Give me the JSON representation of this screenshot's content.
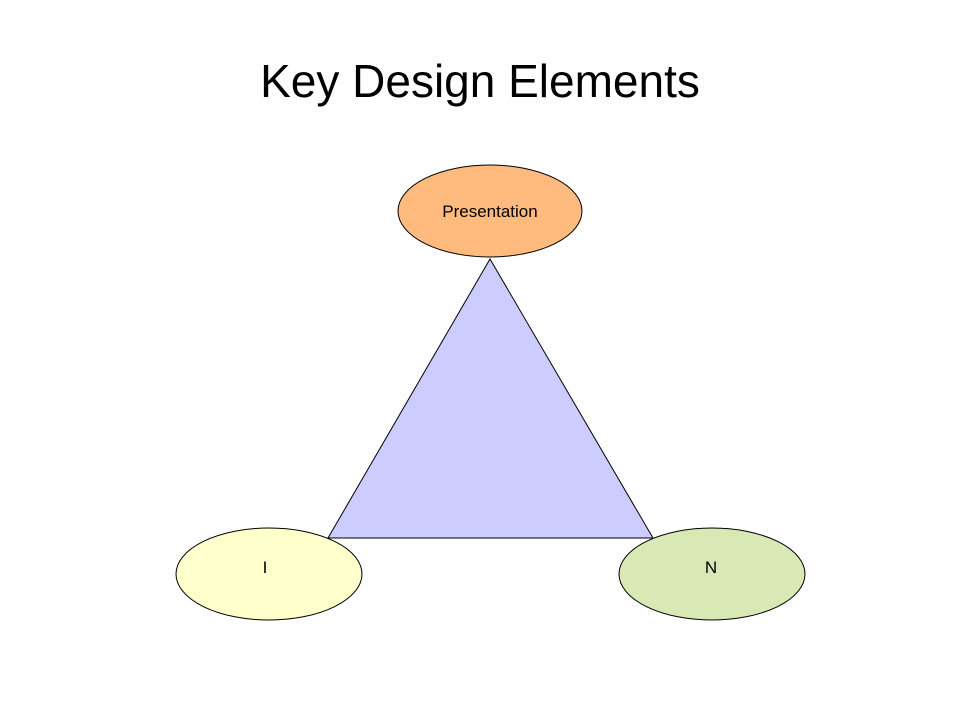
{
  "slide": {
    "title": "Key Design Elements"
  },
  "diagram": {
    "center_shape_color": "#CCCCFF",
    "nodes": [
      {
        "label": "Presentation",
        "fill": "#FFBB7D"
      },
      {
        "label": "I",
        "fill": "#FFFFCC"
      },
      {
        "label": "N",
        "fill": "#D9E9B6"
      }
    ]
  }
}
